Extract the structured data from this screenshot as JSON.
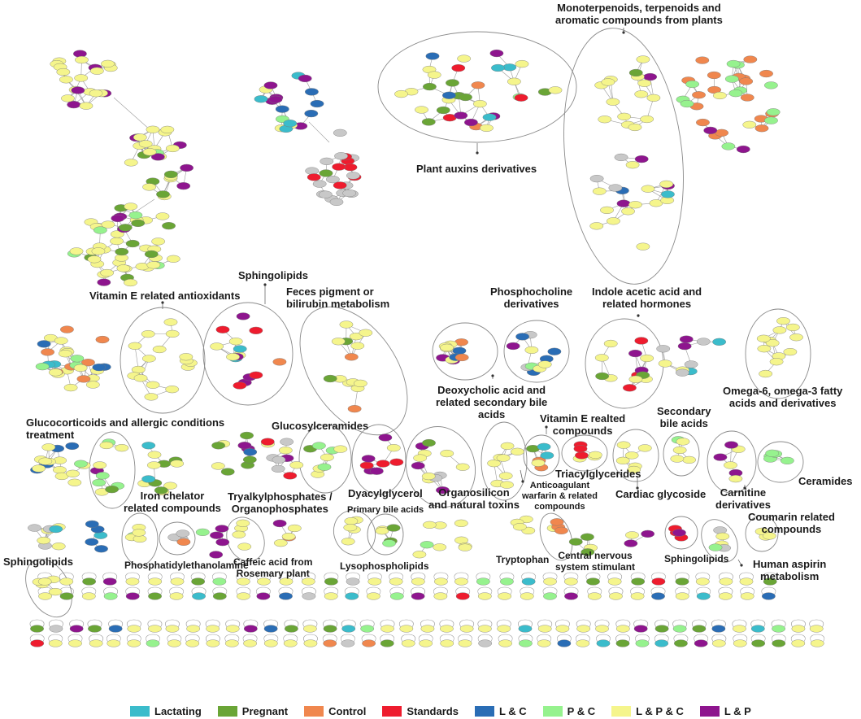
{
  "legend": [
    {
      "label": "Lactating",
      "color": "#3bbccb"
    },
    {
      "label": "Pregnant",
      "color": "#6aa536"
    },
    {
      "label": "Control",
      "color": "#f0874e"
    },
    {
      "label": "Standards",
      "color": "#ee1c2e"
    },
    {
      "label": "L & C",
      "color": "#2a6db5"
    },
    {
      "label": "P & C",
      "color": "#96f28e"
    },
    {
      "label": "L & P & C",
      "color": "#f5f58c"
    },
    {
      "label": "L & P",
      "color": "#8e158e"
    }
  ],
  "clusters": {
    "monoterpenoids": "Monoterpenoids, terpenoids and\naromatic compounds from plants",
    "plant_auxins": "Plant auxins derivatives",
    "sphingolipids_top": "Sphingolipids",
    "vitamin_e_antioxidants": "Vitamin E related antioxidants",
    "feces_pigment": "Feces pigment or\nbilirubin metabolism",
    "phosphocholine": "Phosphocholine\nderivatives",
    "indole_acetic": "Indole acetic acid and\nrelated hormones",
    "deoxycholic": "Deoxycholic acid and\nrelated secondary bile\nacids",
    "omega": "Omega-6, omega-3 fatty\nacids and derivatives",
    "secondary_bile": "Secondary\nbile acids",
    "glucocorticoids": "Glucocorticoids and allergic conditions\ntreatment",
    "glucosylceramides": "Glucosylceramides",
    "vitamin_e_realted": "Vitamin E realted\ncompounds",
    "triacylglycerides": "Triacylglycerides",
    "cardiac": "Cardiac glycoside",
    "ceramides": "Ceramides",
    "iron_chelator": "Iron chelator\nrelated compounds",
    "tryalkyl": "Tryalkylphosphates /\nOrganophosphates",
    "dyacylglycerol": "Dyacylglycerol",
    "organosilicon": "Organosilicon\nand natural toxins",
    "anticoagulant": "Anticoagulant\nwarfarin & related\ncompounds",
    "carnitine": "Carnitine\nderivatives",
    "primary_bile": "Primary bile acids",
    "coumarin": "Coumarin related\ncompounds",
    "phosphatidylethanolamine": "Phosphatidylethanolamine",
    "caffeic": "Caffeic acid from\nRosemary plant",
    "lysophospholipids": "Lysophospholipids",
    "tryptophan": "Tryptophan",
    "cns": "Central nervous\nsystem stimulant",
    "sphingolipids_small": "Sphingolipids",
    "human_aspirin": "Human aspirin\nmetabolism",
    "sphingolipids_left": "Sphingolipids"
  }
}
